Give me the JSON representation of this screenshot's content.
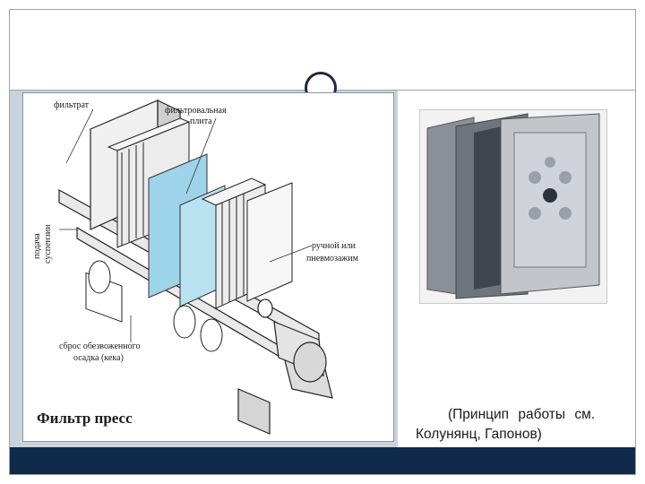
{
  "slide": {
    "accent_color": "#0f2a4a",
    "background_color": "#c8d3dc"
  },
  "diagram": {
    "title": "Фильтр пресс",
    "labels": {
      "filtrate": "фильтрат",
      "filter_plate_line1": "фильтровальная",
      "filter_plate_line2": "плита",
      "feed_line1": "подача",
      "feed_line2": "суспензии",
      "clamp_line1": "ручной или",
      "clamp_line2": "пневмозажим",
      "cake_line1": "сброс обезвоженного",
      "cake_line2": "осадка (кека)"
    }
  },
  "photo": {
    "subject": "filter-press-plates-photo"
  },
  "caption": {
    "line1": "(Принцип работы см.",
    "line2": "Колунянц, Гапонов)"
  }
}
